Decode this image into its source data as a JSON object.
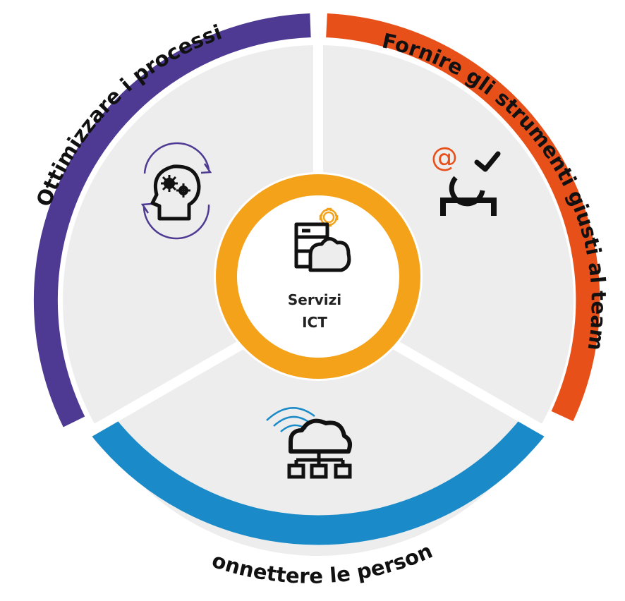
{
  "center": {
    "line1": "Servizi",
    "line2": "ICT",
    "ring_color": "#F5A21B",
    "icon": "server-cloud-gear-icon"
  },
  "segments": [
    {
      "label": "Fornire gli strumenti giusti al team",
      "color": "#E8501A",
      "icon": "email-checkmark-user-icon"
    },
    {
      "label": "Connettere le persone",
      "color": "#1A8BC8",
      "icon": "cloud-network-wifi-icon"
    },
    {
      "label": "Ottimizzare i processi",
      "color": "#4E3A92",
      "icon": "head-gears-cycle-icon"
    }
  ],
  "colors": {
    "segment_fill": "#EDEDED",
    "divider": "#ffffff",
    "icon_dark": "#111111",
    "icon_accent_orange": "#E8501A",
    "icon_accent_yellow": "#F5A21B",
    "icon_accent_blue": "#1A8BC8",
    "icon_accent_purple": "#4E3A92"
  }
}
